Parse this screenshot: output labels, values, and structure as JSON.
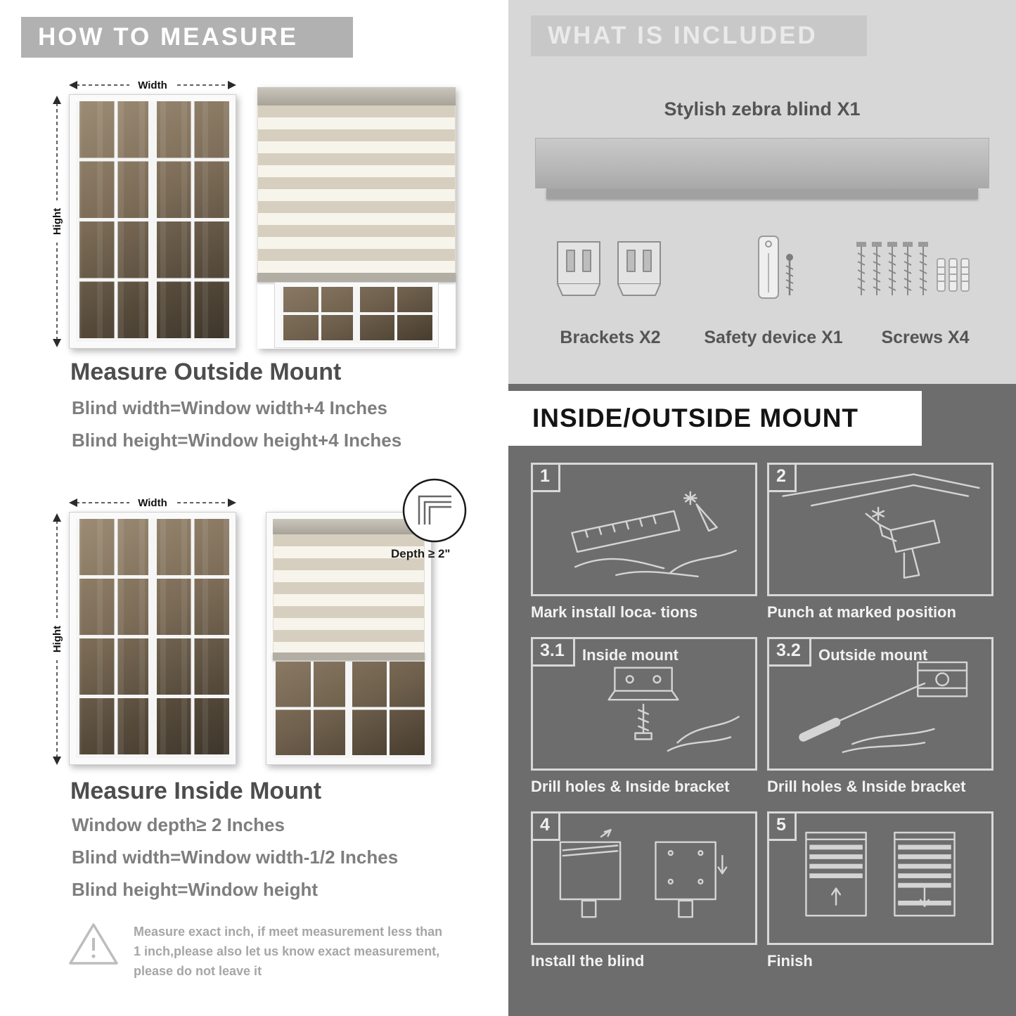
{
  "left": {
    "header": "HOW TO MEASURE",
    "outside": {
      "title": "Measure Outside Mount",
      "lines": [
        "Blind width=Window width+4 Inches",
        "Blind height=Window height+4 Inches"
      ]
    },
    "inside": {
      "title": "Measure Inside Mount",
      "lines": [
        "Window depth≥ 2 Inches",
        "Blind width=Window width-1/2 Inches",
        "Blind height=Window height"
      ]
    },
    "warning": "Measure exact inch, if meet measurement less than 1 inch,please also let us know exact measurement, please do not leave it"
  },
  "labels": {
    "width": "Width",
    "height": "Hight",
    "depth": "Depth ≥ 2\"",
    "warning_mark": "!"
  },
  "included": {
    "header": "WHAT IS INCLUDED",
    "blind_label": "Stylish zebra blind X1",
    "items": [
      {
        "label": "Brackets X2"
      },
      {
        "label": "Safety device X1"
      },
      {
        "label": "Screws X4"
      }
    ]
  },
  "mount": {
    "header": "INSIDE/OUTSIDE MOUNT",
    "steps": [
      {
        "num": "1",
        "caption": "Mark install loca- tions"
      },
      {
        "num": "2",
        "caption": "Punch at  marked position"
      },
      {
        "num": "3.1",
        "inner_label": "Inside mount",
        "caption": "Drill holes &  Inside bracket"
      },
      {
        "num": "3.2",
        "inner_label": "Outside mount",
        "caption": "Drill holes &  Inside bracket"
      },
      {
        "num": "4",
        "caption": "Install the blind"
      },
      {
        "num": "5",
        "caption": "Finish"
      }
    ]
  },
  "colors": {
    "banner_gray": "#b1b1b1",
    "panel_light": "#d7d7d7",
    "panel_dark": "#6d6d6d",
    "text_dark": "#4d4d4d",
    "text_gray": "#7e7e7e"
  }
}
